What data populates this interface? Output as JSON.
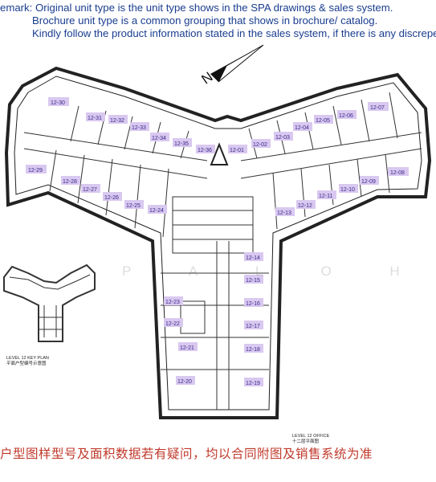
{
  "remark": {
    "line1": "emark: Original unit type is the unit type shows in the SPA drawings & sales system.",
    "line2": "Brochure unit type is a common grouping that shows in brochure/ catalog.",
    "line3": "Kindly follow the product information stated in the sales system, if there is any discrepe"
  },
  "north_label": "N",
  "watermark": "P A L O H",
  "units": {
    "u12_01": "12-01",
    "u12_02": "12-02",
    "u12_03": "12-03",
    "u12_04": "12-04",
    "u12_05": "12-05",
    "u12_06": "12-06",
    "u12_07": "12-07",
    "u12_08": "12-08",
    "u12_09": "12-09",
    "u12_10": "12-10",
    "u12_11": "12-11",
    "u12_12": "12-12",
    "u12_13": "12-13",
    "u12_14": "12-14",
    "u12_15": "12-15",
    "u12_16": "12-16",
    "u12_17": "12-17",
    "u12_18": "12-18",
    "u12_19": "12-19",
    "u12_20": "12-20",
    "u12_21": "12-21",
    "u12_22": "12-22",
    "u12_23": "12-23",
    "u12_24": "12-24",
    "u12_25": "12-25",
    "u12_26": "12-26",
    "u12_27": "12-27",
    "u12_28": "12-28",
    "u12_29": "12-29",
    "u12_30": "12-30",
    "u12_31": "12-31",
    "u12_32": "12-32",
    "u12_33": "12-33",
    "u12_34": "12-34",
    "u12_35": "12-35",
    "u12_36": "12-36"
  },
  "key_plan_caption_en": "LEVEL 12 KEY PLAN",
  "key_plan_caption_cn": "平面户型编号示意图",
  "floor_caption_en": "LEVEL 12 OFFICE",
  "floor_caption_cn": "十二层平面图",
  "chinese_note": "户型图样型号及面积数据若有疑问，均以合同附图及销售系统为准"
}
